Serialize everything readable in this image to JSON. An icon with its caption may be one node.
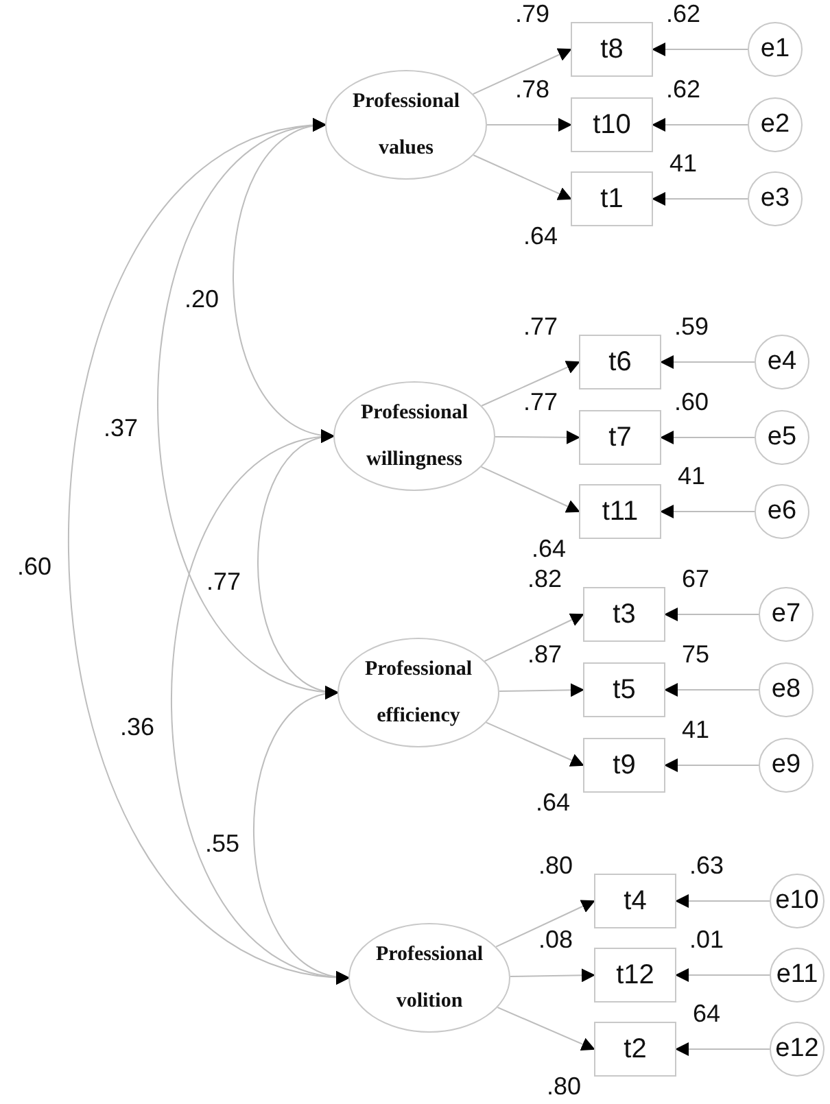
{
  "diagram": {
    "nodes": [
      {
        "text": [
          "Professional values"
        ]
      },
      {
        "text": [
          "t8"
        ]
      },
      {
        "text": [
          "t10"
        ]
      },
      {
        "text": [
          "t1"
        ]
      },
      {
        "text": [
          "e1"
        ]
      },
      {
        "text": [
          "e2"
        ]
      },
      {
        "text": [
          "e3"
        ]
      },
      {
        "text": [
          "Professional willingness"
        ]
      },
      {
        "text": [
          "t6"
        ]
      },
      {
        "text": [
          "t7"
        ]
      },
      {
        "text": [
          "t11"
        ]
      },
      {
        "text": [
          "e4"
        ]
      },
      {
        "text": [
          "e5"
        ]
      },
      {
        "text": [
          "e6"
        ]
      },
      {
        "text": [
          "Professional efficiency"
        ]
      },
      {
        "text": [
          "t3"
        ]
      },
      {
        "text": [
          "t5"
        ]
      },
      {
        "text": [
          "t9"
        ]
      },
      {
        "text": [
          "e7"
        ]
      },
      {
        "text": [
          "e8"
        ]
      },
      {
        "text": [
          "e9"
        ]
      },
      {
        "text": [
          "Professional volition"
        ]
      },
      {
        "text": [
          "t4"
        ]
      },
      {
        "text": [
          "t12"
        ]
      },
      {
        "text": [
          "t2"
        ]
      },
      {
        "text": [
          "e10"
        ]
      },
      {
        "text": [
          "e11"
        ]
      },
      {
        "text": [
          "e12"
        ]
      }
    ],
    "edges": [
      {
        "from": 0,
        "to": 1,
        "arrow": "to",
        "label": ".79"
      },
      {
        "from": 0,
        "to": 2,
        "arrow": "to",
        "label": ".78"
      },
      {
        "from": 0,
        "to": 3,
        "arrow": "to",
        "label": ".64"
      },
      {
        "from": 4,
        "to": 1,
        "arrow": "to",
        "label": ".62"
      },
      {
        "from": 5,
        "to": 2,
        "arrow": "to",
        "label": ".62"
      },
      {
        "from": 6,
        "to": 3,
        "arrow": "to",
        "label": "41"
      },
      {
        "from": 7,
        "to": 8,
        "arrow": "to",
        "label": ".77"
      },
      {
        "from": 7,
        "to": 9,
        "arrow": "to",
        "label": ".77"
      },
      {
        "from": 7,
        "to": 10,
        "arrow": "to",
        "label": ".64"
      },
      {
        "from": 11,
        "to": 8,
        "arrow": "to",
        "label": ".59"
      },
      {
        "from": 12,
        "to": 9,
        "arrow": "to",
        "label": ".60"
      },
      {
        "from": 13,
        "to": 10,
        "arrow": "to",
        "label": "41"
      },
      {
        "from": 14,
        "to": 15,
        "arrow": "to",
        "label": ".82"
      },
      {
        "from": 14,
        "to": 16,
        "arrow": "to",
        "label": ".87"
      },
      {
        "from": 14,
        "to": 17,
        "arrow": "to",
        "label": ".64"
      },
      {
        "from": 18,
        "to": 15,
        "arrow": "to",
        "label": "67"
      },
      {
        "from": 19,
        "to": 16,
        "arrow": "to",
        "label": "75"
      },
      {
        "from": 20,
        "to": 17,
        "arrow": "to",
        "label": "41"
      },
      {
        "from": 21,
        "to": 22,
        "arrow": "to",
        "label": ".80"
      },
      {
        "from": 21,
        "to": 23,
        "arrow": "to",
        "label": ".08"
      },
      {
        "from": 21,
        "to": 24,
        "arrow": "to",
        "label": ".80"
      },
      {
        "from": 25,
        "to": 22,
        "arrow": "to",
        "label": ".63"
      },
      {
        "from": 26,
        "to": 23,
        "arrow": "to",
        "label": ".01"
      },
      {
        "from": 27,
        "to": 24,
        "arrow": "to",
        "label": "64"
      },
      {
        "from": 0,
        "to": 7,
        "arrow": "both",
        "label": ".20"
      },
      {
        "from": 0,
        "to": 14,
        "arrow": "both",
        "label": ".37"
      },
      {
        "from": 0,
        "to": 21,
        "arrow": "both",
        "label": ".60"
      },
      {
        "from": 7,
        "to": 14,
        "arrow": "both",
        "label": ".77"
      },
      {
        "from": 7,
        "to": 21,
        "arrow": "both",
        "label": ".36"
      },
      {
        "from": 14,
        "to": 21,
        "arrow": "both",
        "label": ".55"
      }
    ]
  }
}
